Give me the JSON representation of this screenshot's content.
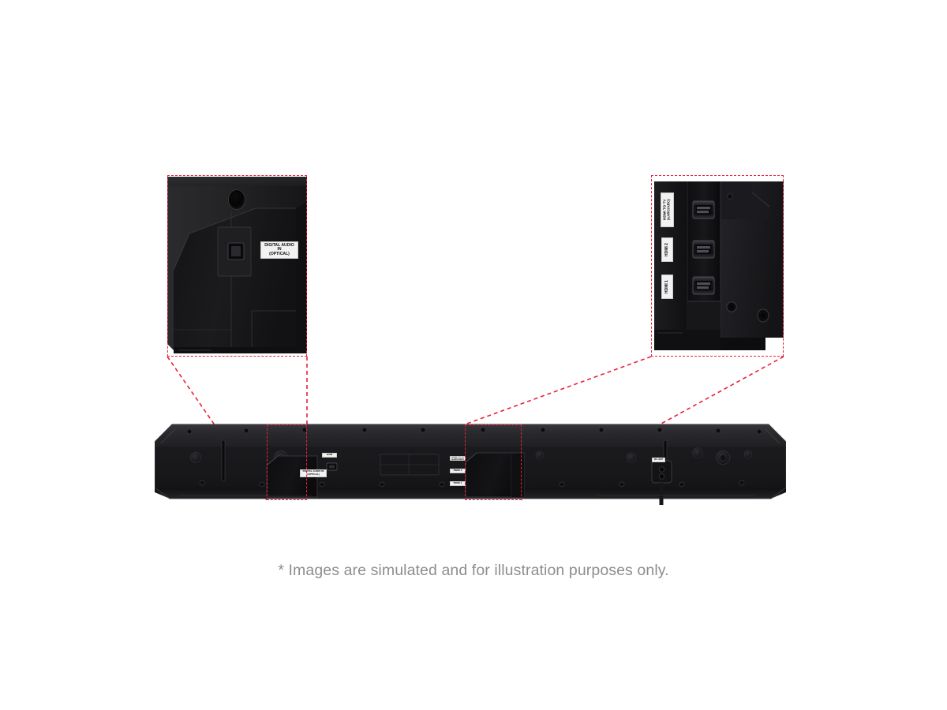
{
  "page": {
    "background_color": "#ffffff",
    "accent_color": "#e8203a",
    "product_color": "#1c1c1e",
    "footnote": "* Images are simulated and for illustration purposes only."
  },
  "product": {
    "name": "soundbar-rear-panel",
    "description": "Rear view of a black soundbar showing connection ports"
  },
  "callouts": [
    {
      "id": "left-callout",
      "name": "digital-audio-in-callout",
      "title": "Digital audio in (optical) port detail",
      "labels": [
        {
          "id": "digital-audio-in",
          "text": "DIGITAL AUDIO IN\n(OPTICAL)"
        }
      ]
    },
    {
      "id": "right-callout",
      "name": "hdmi-ports-callout",
      "title": "HDMI ports detail",
      "labels": [
        {
          "id": "hdmi-to-tv",
          "text": "HDMI TO TV\n(eARC/ARC)"
        },
        {
          "id": "hdmi-2",
          "text": "HDMI 2"
        },
        {
          "id": "hdmi-1",
          "text": "HDMI 1"
        }
      ]
    }
  ],
  "soundbar_labels": [
    {
      "id": "usb-port-label",
      "text": "USB"
    },
    {
      "id": "digital-audio-in-body-label",
      "text": "DIGITAL AUDIO IN\n(OPTICAL)"
    },
    {
      "id": "hdmi-to-tv-body-label",
      "text": "HDMI TO TV (eARC/ARC)"
    },
    {
      "id": "hdmi-2-body-label",
      "text": "HDMI 2"
    },
    {
      "id": "hdmi-1-body-label",
      "text": "HDMI 1"
    },
    {
      "id": "dc-power-label",
      "text": "DC 24V"
    }
  ]
}
